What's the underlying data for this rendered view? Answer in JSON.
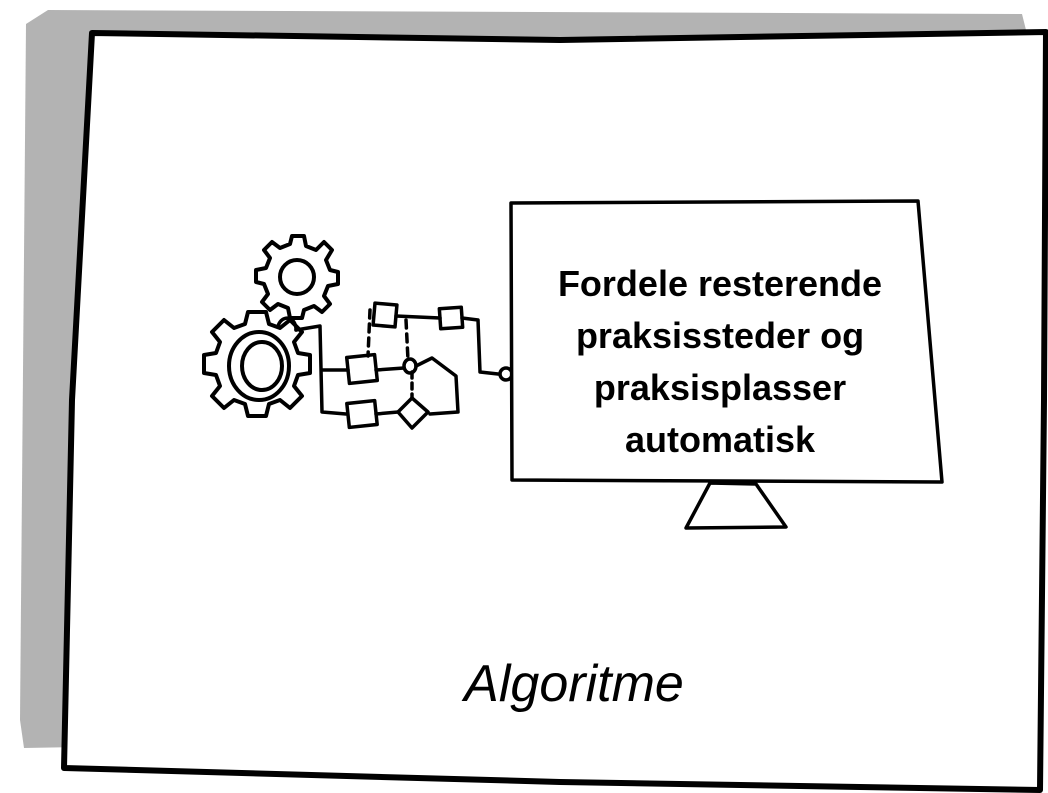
{
  "card": {
    "monitor_lines": [
      "Fordele resterende",
      "praksissteder og",
      "praksisplasser",
      "automatisk"
    ],
    "caption": "Algoritme"
  },
  "colors": {
    "ink": "#000000",
    "shadow": "#b3b3b3",
    "paper": "#ffffff"
  },
  "icons": [
    "large-gear-icon",
    "small-gear-icon",
    "flowchart-icon",
    "monitor-icon"
  ]
}
